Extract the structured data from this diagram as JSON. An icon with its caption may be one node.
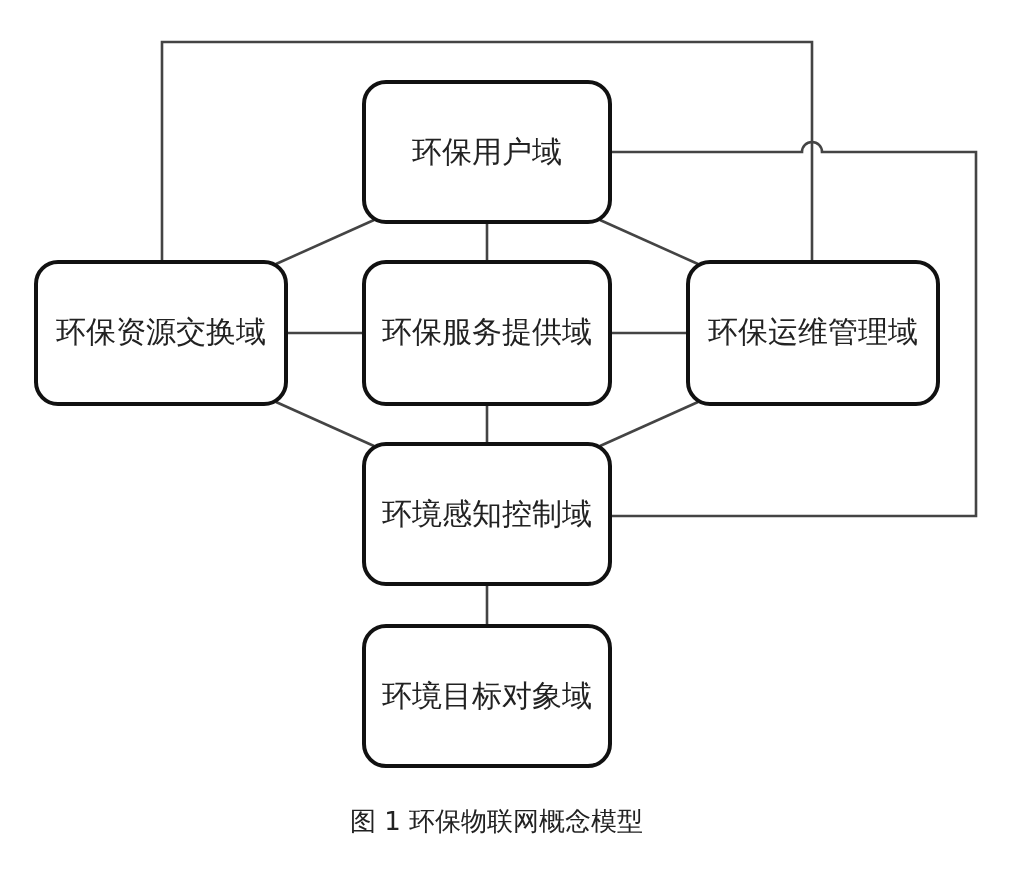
{
  "diagram": {
    "caption": "图 1  环保物联网概念模型",
    "nodes": [
      {
        "text": [
          "环保用户域"
        ]
      },
      {
        "text": [
          "环保资源交换域"
        ]
      },
      {
        "text": [
          "环保服务提供域"
        ]
      },
      {
        "text": [
          "环保运维管理域"
        ]
      },
      {
        "text": [
          "环境感知控制域"
        ]
      },
      {
        "text": [
          "环境目标对象域"
        ]
      }
    ],
    "edges": [
      {
        "from": 0,
        "to": 1,
        "arrow": "none"
      },
      {
        "from": 0,
        "to": 2,
        "arrow": "none"
      },
      {
        "from": 0,
        "to": 3,
        "arrow": "none"
      },
      {
        "from": 1,
        "to": 2,
        "arrow": "none"
      },
      {
        "from": 2,
        "to": 3,
        "arrow": "none"
      },
      {
        "from": 1,
        "to": 4,
        "arrow": "none"
      },
      {
        "from": 2,
        "to": 4,
        "arrow": "none"
      },
      {
        "from": 3,
        "to": 4,
        "arrow": "none"
      },
      {
        "from": 4,
        "to": 5,
        "arrow": "none"
      },
      {
        "from": 1,
        "to": 3,
        "arrow": "none"
      },
      {
        "from": 0,
        "to": 4,
        "arrow": "none"
      }
    ]
  }
}
